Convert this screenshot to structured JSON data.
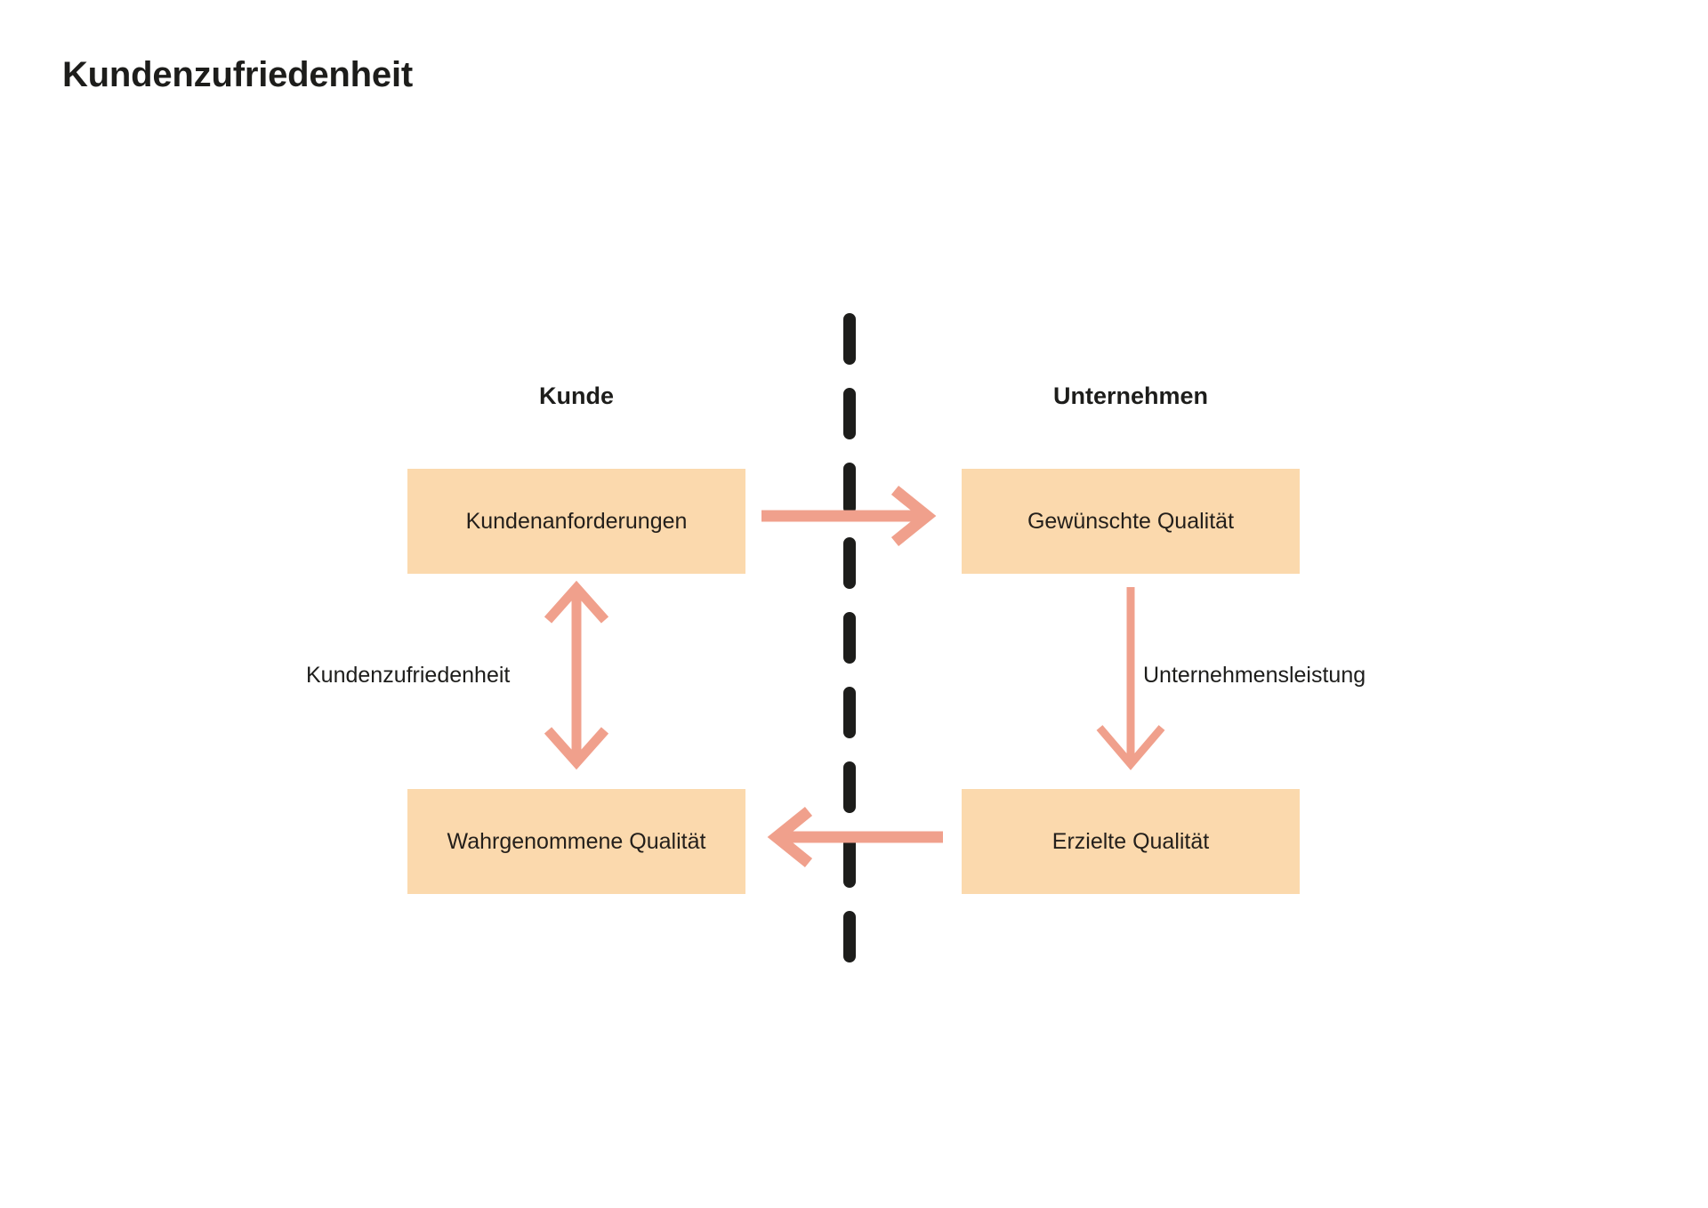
{
  "title": "Kundenzufriedenheit",
  "columns": {
    "left_heading": "Kunde",
    "right_heading": "Unternehmen"
  },
  "boxes": [
    {
      "id": "kundenanforderungen",
      "label": "Kundenanforderungen",
      "side": "left",
      "row": "top"
    },
    {
      "id": "gewuenschte_qualitaet",
      "label": "Gewünschte Qualität",
      "side": "right",
      "row": "top"
    },
    {
      "id": "wahrgenommene_qualitaet",
      "label": "Wahrgenommene Qualität",
      "side": "left",
      "row": "bottom"
    },
    {
      "id": "erzielte_qualitaet",
      "label": "Erzielte Qualität",
      "side": "right",
      "row": "bottom"
    }
  ],
  "edges": [
    {
      "id": "kundenzufriedenheit",
      "label": "Kundenzufriedenheit",
      "direction": "double-vertical",
      "side": "left"
    },
    {
      "id": "unternehmensleistung",
      "label": "Unternehmensleistung",
      "direction": "down",
      "side": "right"
    },
    {
      "id": "anforderungen-zu-gewuenscht",
      "label": "",
      "direction": "right",
      "side": "top"
    },
    {
      "id": "erzielt-zu-wahrgenommen",
      "label": "",
      "direction": "left",
      "side": "bottom"
    }
  ],
  "colors": {
    "box_fill": "#fbd9ad",
    "arrow": "#f0a08c",
    "divider": "#1d1d1b",
    "text": "#1d1d1b",
    "background": "#ffffff"
  },
  "icons": {
    "divider": "dashed-vertical-divider-icon",
    "arrow_right": "arrow-right-icon",
    "arrow_left": "arrow-left-icon",
    "arrow_down": "arrow-down-icon",
    "arrow_updown": "arrow-up-down-icon"
  }
}
